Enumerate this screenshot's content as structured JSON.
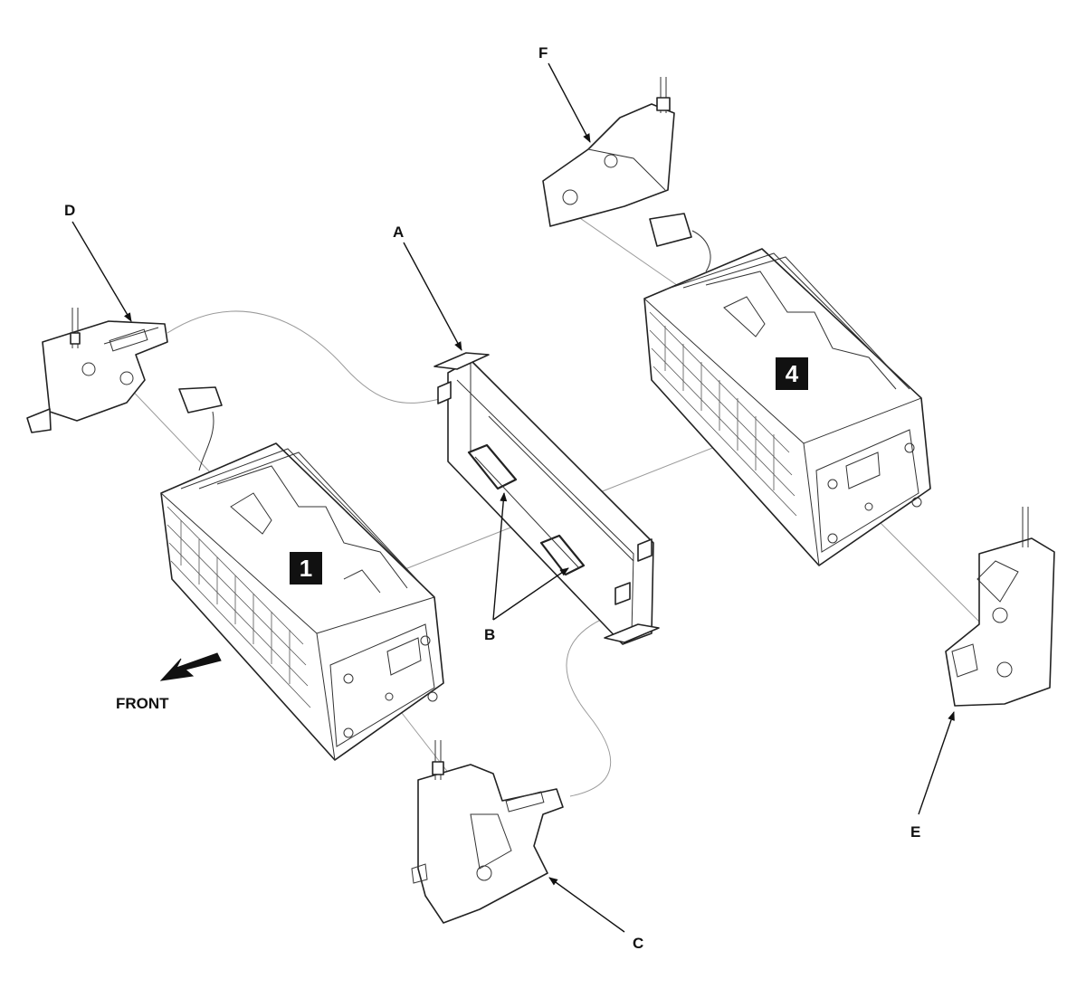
{
  "callouts": {
    "A": "A",
    "B": "B",
    "C": "C",
    "D": "D",
    "E": "E",
    "F": "F"
  },
  "modules": {
    "module_1": "1",
    "module_4": "4"
  },
  "front_label": "FRONT",
  "colors": {
    "line": "#222222",
    "guide": "#9a9a9a",
    "badge": "#111111",
    "background": "#ffffff"
  },
  "icons": [
    "front-arrow-icon"
  ]
}
